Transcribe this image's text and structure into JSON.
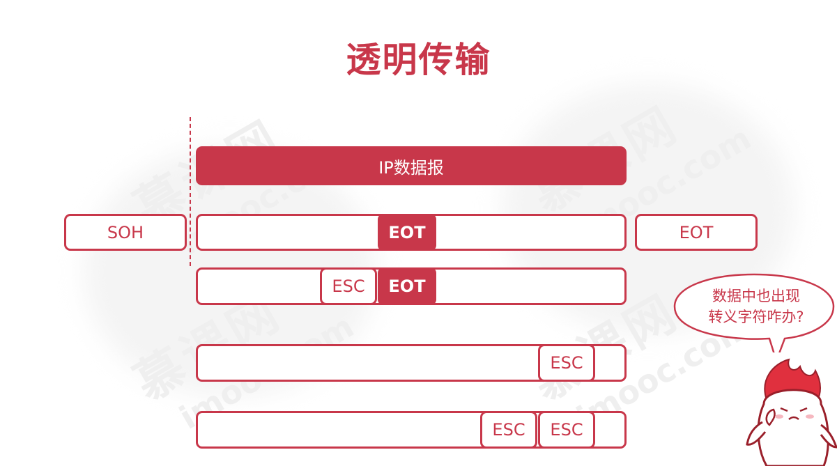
{
  "title": "透明传输",
  "ip_datagram_label": "IP数据报",
  "soh_label": "SOH",
  "eot_label": "EOT",
  "esc_label": "ESC",
  "trailer_eot_label": "EOT",
  "bubble_line1": "数据中也出现",
  "bubble_line2": "转义字符咋办?",
  "watermark_cn": "慕课网",
  "watermark_en": "imooc.com",
  "colors": {
    "accent": "#c8374a",
    "watermark": "#efefef"
  }
}
